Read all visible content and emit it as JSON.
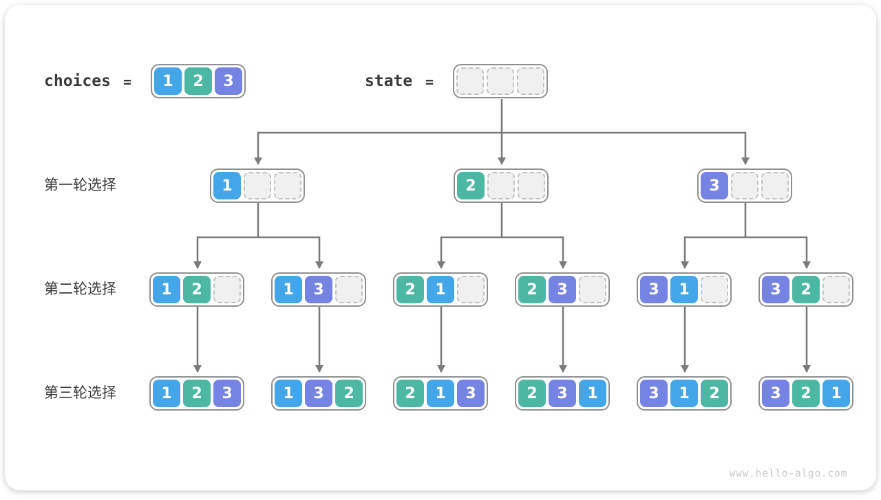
{
  "header": {
    "choices_label": "choices",
    "choices_equals": "=",
    "choices_values": [
      "1",
      "2",
      "3"
    ],
    "state_label": "state",
    "state_equals": "=",
    "state_slots": 3
  },
  "rows": [
    {
      "label": "第一轮选择",
      "slots": 3,
      "nodes": [
        [
          "1"
        ],
        [
          "2"
        ],
        [
          "3"
        ]
      ]
    },
    {
      "label": "第二轮选择",
      "slots": 3,
      "nodes": [
        [
          "1",
          "2"
        ],
        [
          "1",
          "3"
        ],
        [
          "2",
          "1"
        ],
        [
          "2",
          "3"
        ],
        [
          "3",
          "1"
        ],
        [
          "3",
          "2"
        ]
      ]
    },
    {
      "label": "第三轮选择",
      "slots": 3,
      "nodes": [
        [
          "1",
          "2",
          "3"
        ],
        [
          "1",
          "3",
          "2"
        ],
        [
          "2",
          "1",
          "3"
        ],
        [
          "2",
          "3",
          "1"
        ],
        [
          "3",
          "1",
          "2"
        ],
        [
          "3",
          "2",
          "1"
        ]
      ]
    }
  ],
  "colors": {
    "cell_1": "#43a6e8",
    "cell_2": "#4cb8a4",
    "cell_3": "#7583e3",
    "empty_fill": "#f0f0f0",
    "empty_border": "#c2c2c2",
    "node_border": "#8f8f8f",
    "arrow": "#7b7b7b",
    "label_text": "#3a3a3a",
    "watermark_text": "#cbcbcb"
  },
  "watermark": "www.hello-algo.com"
}
